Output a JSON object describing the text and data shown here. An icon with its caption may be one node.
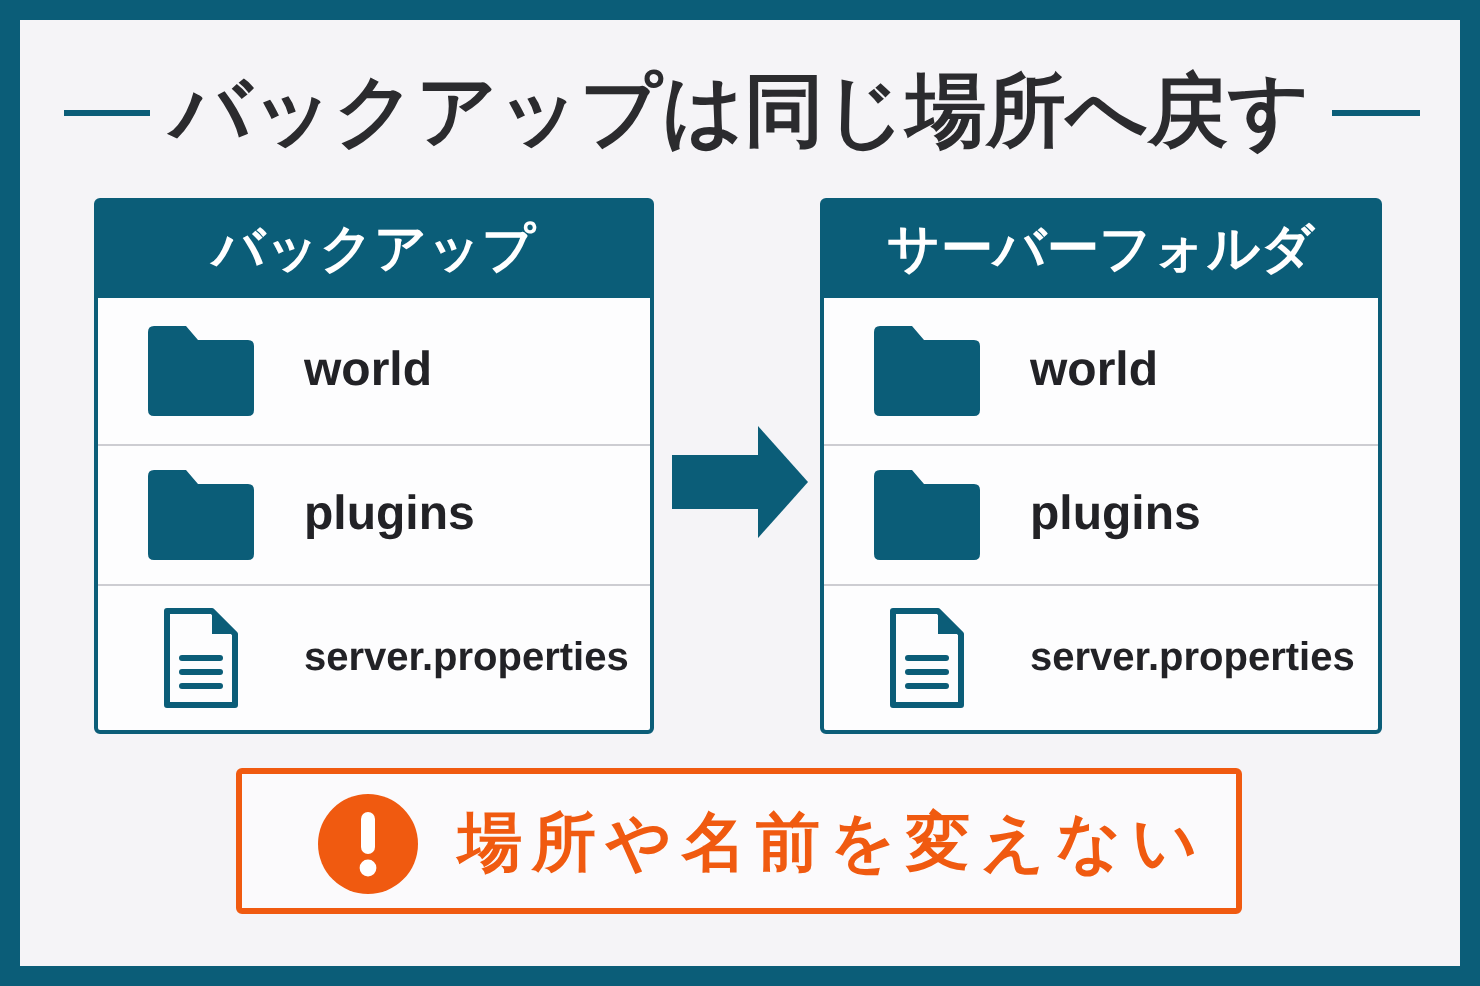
{
  "diagram": {
    "title": "バックアップは同じ場所へ戻す",
    "nodes": [
      {
        "text": [
          "バックアップ"
        ]
      },
      {
        "text": [
          "world"
        ],
        "in": 0
      },
      {
        "text": [
          "plugins"
        ],
        "in": 0
      },
      {
        "text": [
          "server.properties"
        ],
        "in": 0
      },
      {
        "text": [
          "サーバーフォルダ"
        ]
      },
      {
        "text": [
          "world"
        ],
        "in": 4
      },
      {
        "text": [
          "plugins"
        ],
        "in": 4
      },
      {
        "text": [
          "server.properties"
        ],
        "in": 4
      },
      {
        "text": [
          "場所や名前を変えない"
        ]
      }
    ],
    "edges": [
      {
        "from": 0,
        "to": 4,
        "arrow": "to"
      }
    ]
  }
}
